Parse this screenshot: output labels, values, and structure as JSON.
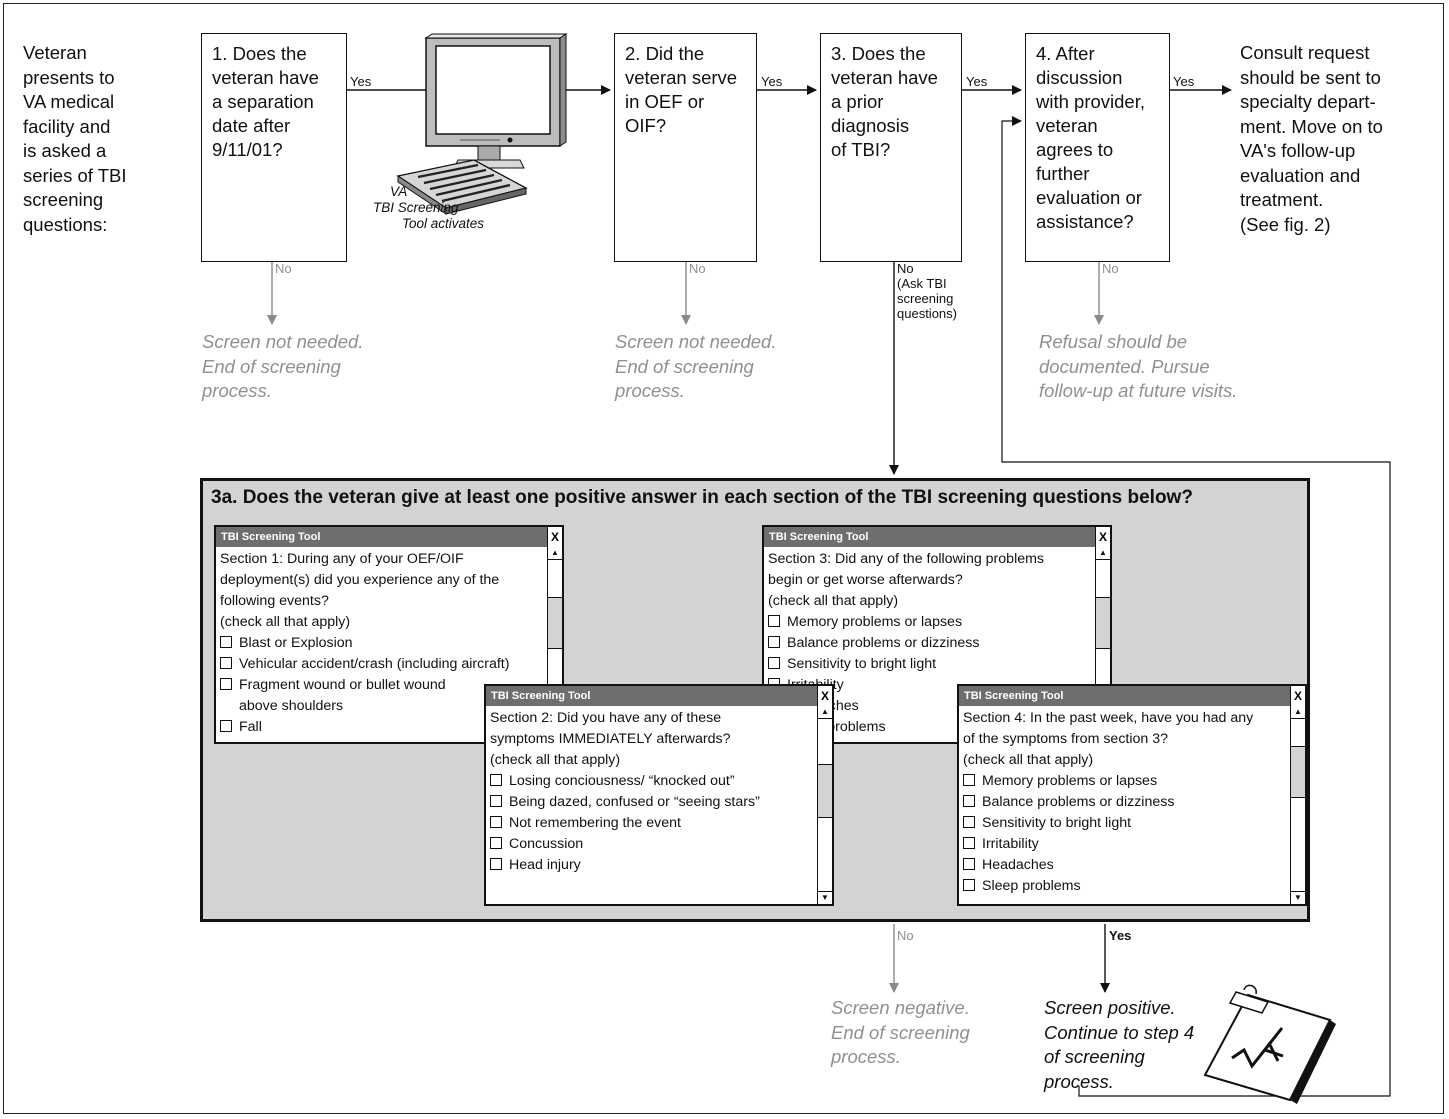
{
  "intro": [
    "Veteran",
    "presents to",
    "VA medical",
    "facility and",
    "is asked a",
    "series of TBI",
    "screening",
    "questions:"
  ],
  "q1": [
    "1. Does the",
    "veteran have",
    "a separation",
    "date after",
    "9/11/01?"
  ],
  "q2": [
    "2. Did the",
    "veteran serve",
    "in OEF or",
    "OIF?"
  ],
  "q3": [
    "3. Does the",
    "veteran have",
    "a prior",
    "diagnosis",
    "of TBI?"
  ],
  "q4": [
    "4. After",
    "discussion",
    "with provider,",
    "veteran",
    "agrees to",
    "further",
    "evaluation or",
    "assistance?"
  ],
  "consult": [
    "Consult request",
    "should be sent to",
    "specialty depart-",
    "ment. Move on to",
    "VA's follow-up",
    "evaluation and",
    "treatment.",
    "(See fig. 2)"
  ],
  "computer_caption": [
    "VA",
    "TBI Screening",
    "Tool activates"
  ],
  "labels": {
    "yes": "Yes",
    "no": "No",
    "yes_bold": "Yes",
    "ask": [
      "(Ask TBI",
      "screening",
      "questions)"
    ]
  },
  "outcomes": {
    "end1": [
      "Screen not needed.",
      "End of screening",
      "process."
    ],
    "end2": [
      "Screen not needed.",
      "End of screening",
      "process."
    ],
    "refusal": [
      "Refusal should be",
      "documented. Pursue",
      "follow-up at future visits."
    ],
    "negative": [
      "Screen negative.",
      "End of screening",
      "process."
    ],
    "positive": [
      "Screen positive.",
      "Continue to step 4",
      "of screening",
      "process."
    ]
  },
  "panel_title": "3a. Does the veteran give at least one positive answer in each section of the TBI screening questions below?",
  "windows": [
    {
      "title": "TBI Screening Tool",
      "close": "X",
      "lines": [
        "Section 1: During any of your OEF/OIF",
        "deployment(s) did you experience any of the",
        "following events?",
        "(check all that apply)"
      ],
      "items": [
        "Blast or Explosion",
        "Vehicular accident/crash (including aircraft)",
        "Fragment wound or bullet wound",
        "Fall"
      ],
      "item_cont": "above shoulders"
    },
    {
      "title": "TBI Screening Tool",
      "close": "X",
      "lines": [
        "Section 2: Did you have any of these",
        "symptoms IMMEDIATELY afterwards?",
        "(check all that apply)"
      ],
      "items": [
        "Losing conciousness/ “knocked out”",
        "Being dazed, confused or “seeing stars”",
        "Not remembering the event",
        "Concussion",
        "Head injury"
      ]
    },
    {
      "title": "TBI Screening Tool",
      "close": "X",
      "lines": [
        "Section 3: Did any of the following problems",
        "begin or get worse afterwards?",
        "(check all that apply)"
      ],
      "items": [
        "Memory problems or lapses",
        "Balance problems or dizziness",
        "Sensitivity to bright light",
        "Irritability",
        "Headaches",
        "Sleep problems"
      ]
    },
    {
      "title": "TBI Screening Tool",
      "close": "X",
      "lines": [
        "Section 4: In the past week, have you had any",
        "of the symptoms from section 3?",
        "(check all that apply)"
      ],
      "items": [
        "Memory problems or lapses",
        "Balance problems or dizziness",
        "Sensitivity to bright light",
        "Irritability",
        "Headaches",
        "Sleep problems"
      ]
    }
  ],
  "colors": {
    "line": "#111111",
    "grey_text": "#909090",
    "panel_bg": "#d3d3d3",
    "titlebar": "#6e6e6e",
    "curved_arrow": "#8a8a8a"
  }
}
